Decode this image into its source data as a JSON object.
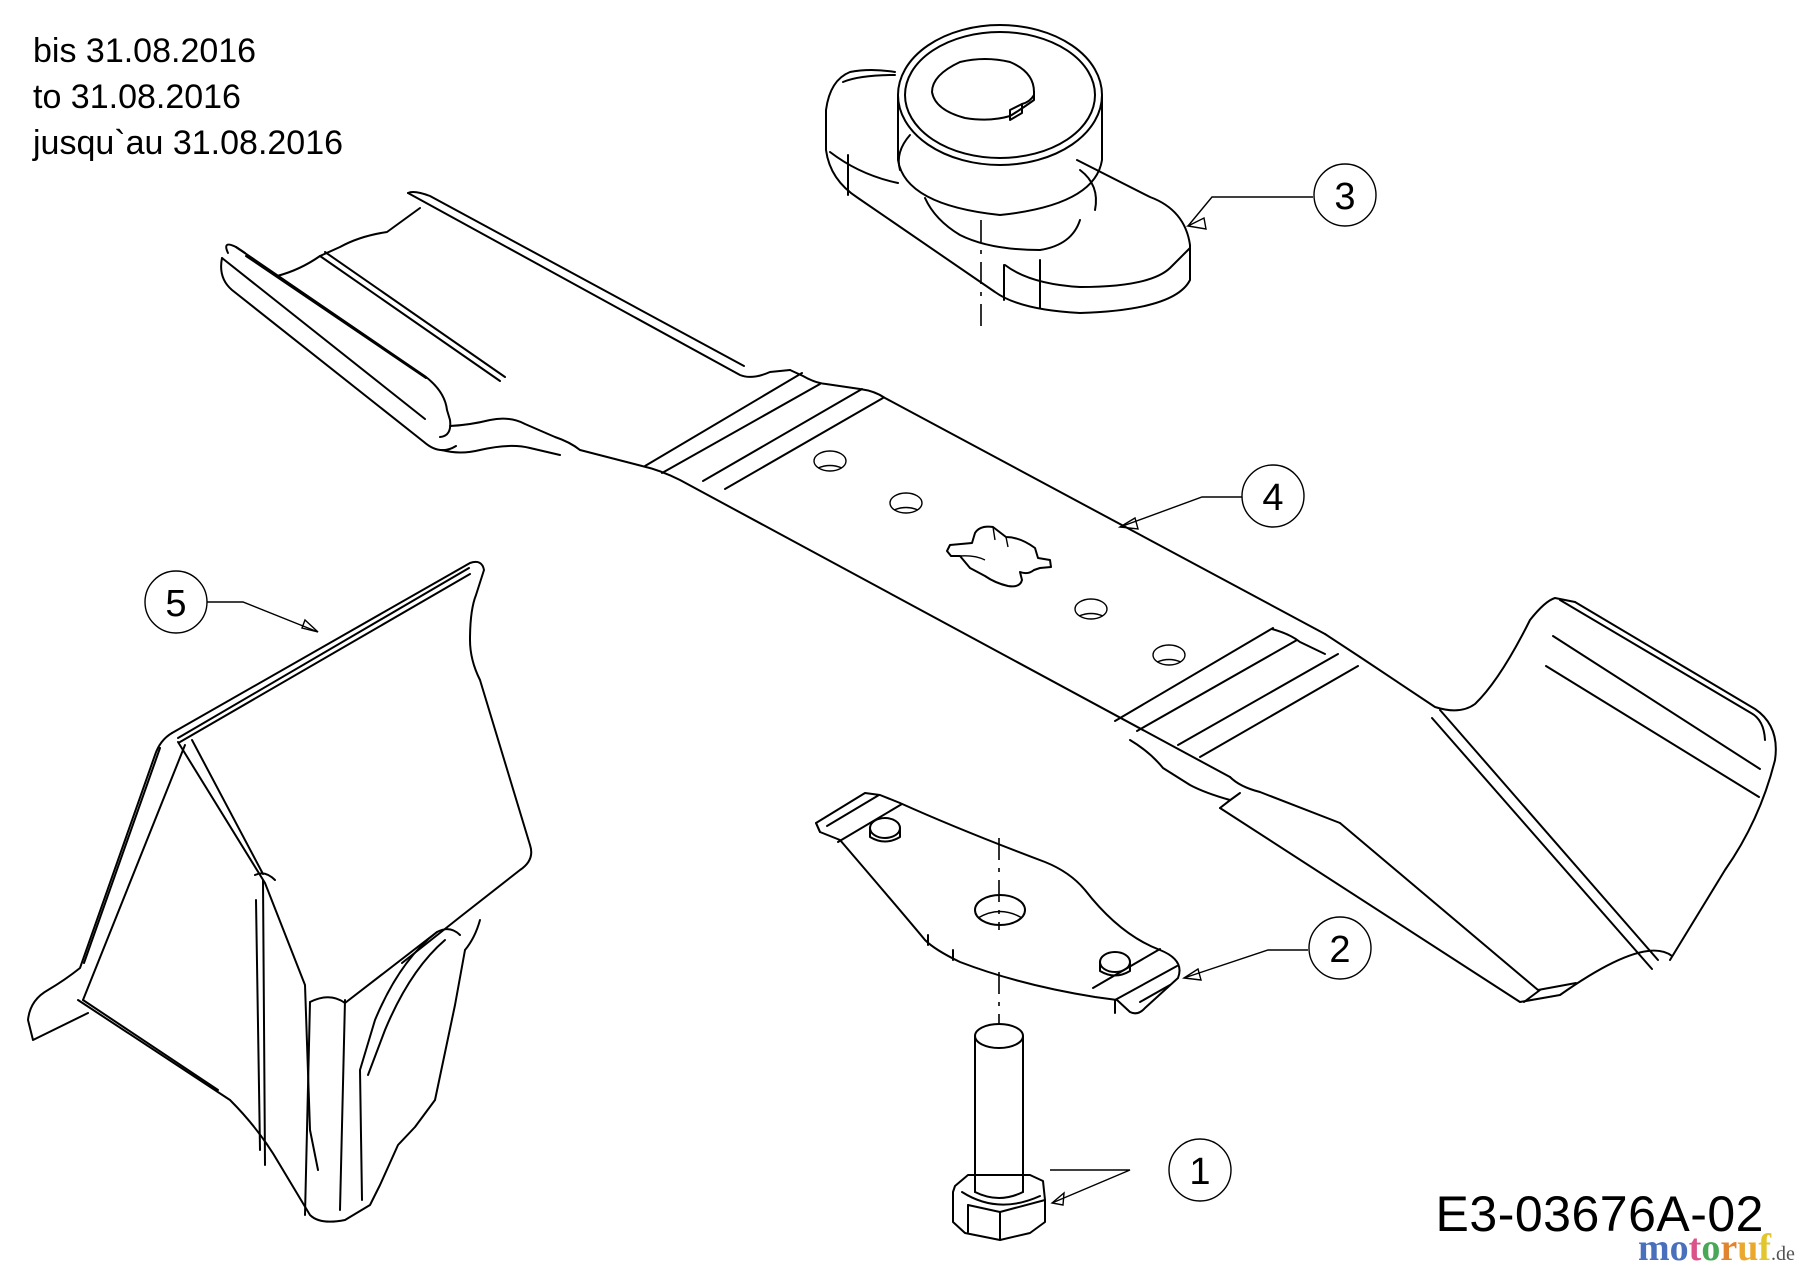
{
  "validity_note": {
    "lines": [
      "bis 31.08.2016",
      "to 31.08.2016",
      "jusqu`au 31.08.2016"
    ]
  },
  "drawing_id": "E3-03676A-02",
  "callouts": [
    {
      "number": "1",
      "part": "blade-bolt"
    },
    {
      "number": "2",
      "part": "blade-clamp-plate"
    },
    {
      "number": "3",
      "part": "blade-adapter"
    },
    {
      "number": "4",
      "part": "mower-blade"
    },
    {
      "number": "5",
      "part": "discharge-deflector"
    }
  ],
  "watermark": {
    "letters": [
      {
        "char": "m",
        "color": "#3b63b8"
      },
      {
        "char": "o",
        "color": "#3b63b8"
      },
      {
        "char": "t",
        "color": "#d8457e"
      },
      {
        "char": "o",
        "color": "#3aa04a"
      },
      {
        "char": "r",
        "color": "#e07a1e"
      },
      {
        "char": "u",
        "color": "#e9a21c"
      },
      {
        "char": "f",
        "color": "#e0c21c"
      }
    ],
    "tld": ".de"
  }
}
